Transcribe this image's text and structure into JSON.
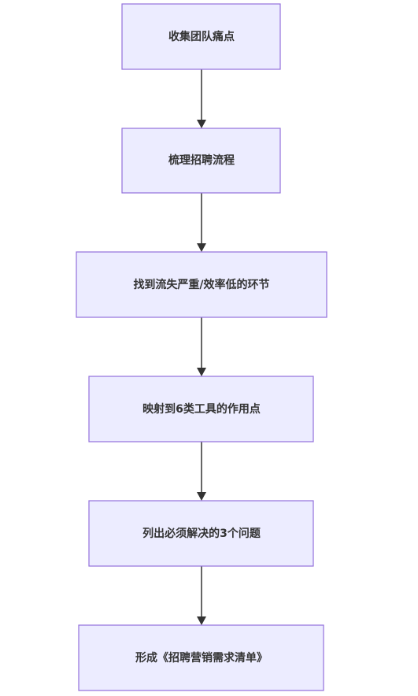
{
  "flowchart": {
    "nodes": [
      {
        "id": "n1",
        "label": "收集团队痛点"
      },
      {
        "id": "n2",
        "label": "梳理招聘流程"
      },
      {
        "id": "n3",
        "label": "找到流失严重/效率低的环节"
      },
      {
        "id": "n4",
        "label": "映射到6类工具的作用点"
      },
      {
        "id": "n5",
        "label": "列出必须解决的3个问题"
      },
      {
        "id": "n6",
        "label": "形成《招聘营销需求清单》"
      }
    ],
    "edges": [
      {
        "from": "n1",
        "to": "n2"
      },
      {
        "from": "n2",
        "to": "n3"
      },
      {
        "from": "n3",
        "to": "n4"
      },
      {
        "from": "n4",
        "to": "n5"
      },
      {
        "from": "n5",
        "to": "n6"
      }
    ],
    "colors": {
      "node_fill": "#ECECFF",
      "node_border": "#9370DB",
      "text": "#333333",
      "edge": "#333333"
    }
  }
}
